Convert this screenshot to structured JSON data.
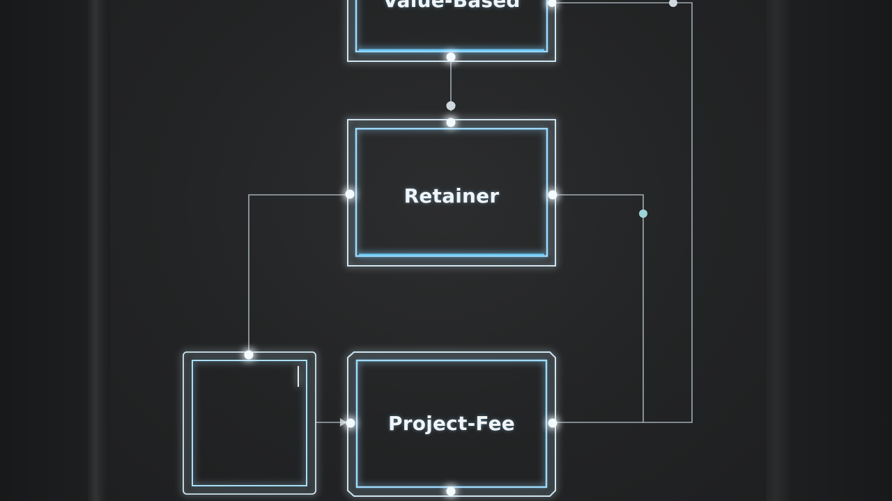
{
  "nodes": {
    "top": {
      "label": "Value-Based"
    },
    "retainer": {
      "label": "Retainer"
    },
    "project_fee": {
      "label": "Project-Fee"
    },
    "blank": {
      "label": ""
    }
  },
  "colors": {
    "glow": "#6fd0ff",
    "line": "#b9c6cf",
    "box": "#cfe6f2",
    "text": "#f1f5f8",
    "background": "#222324"
  }
}
